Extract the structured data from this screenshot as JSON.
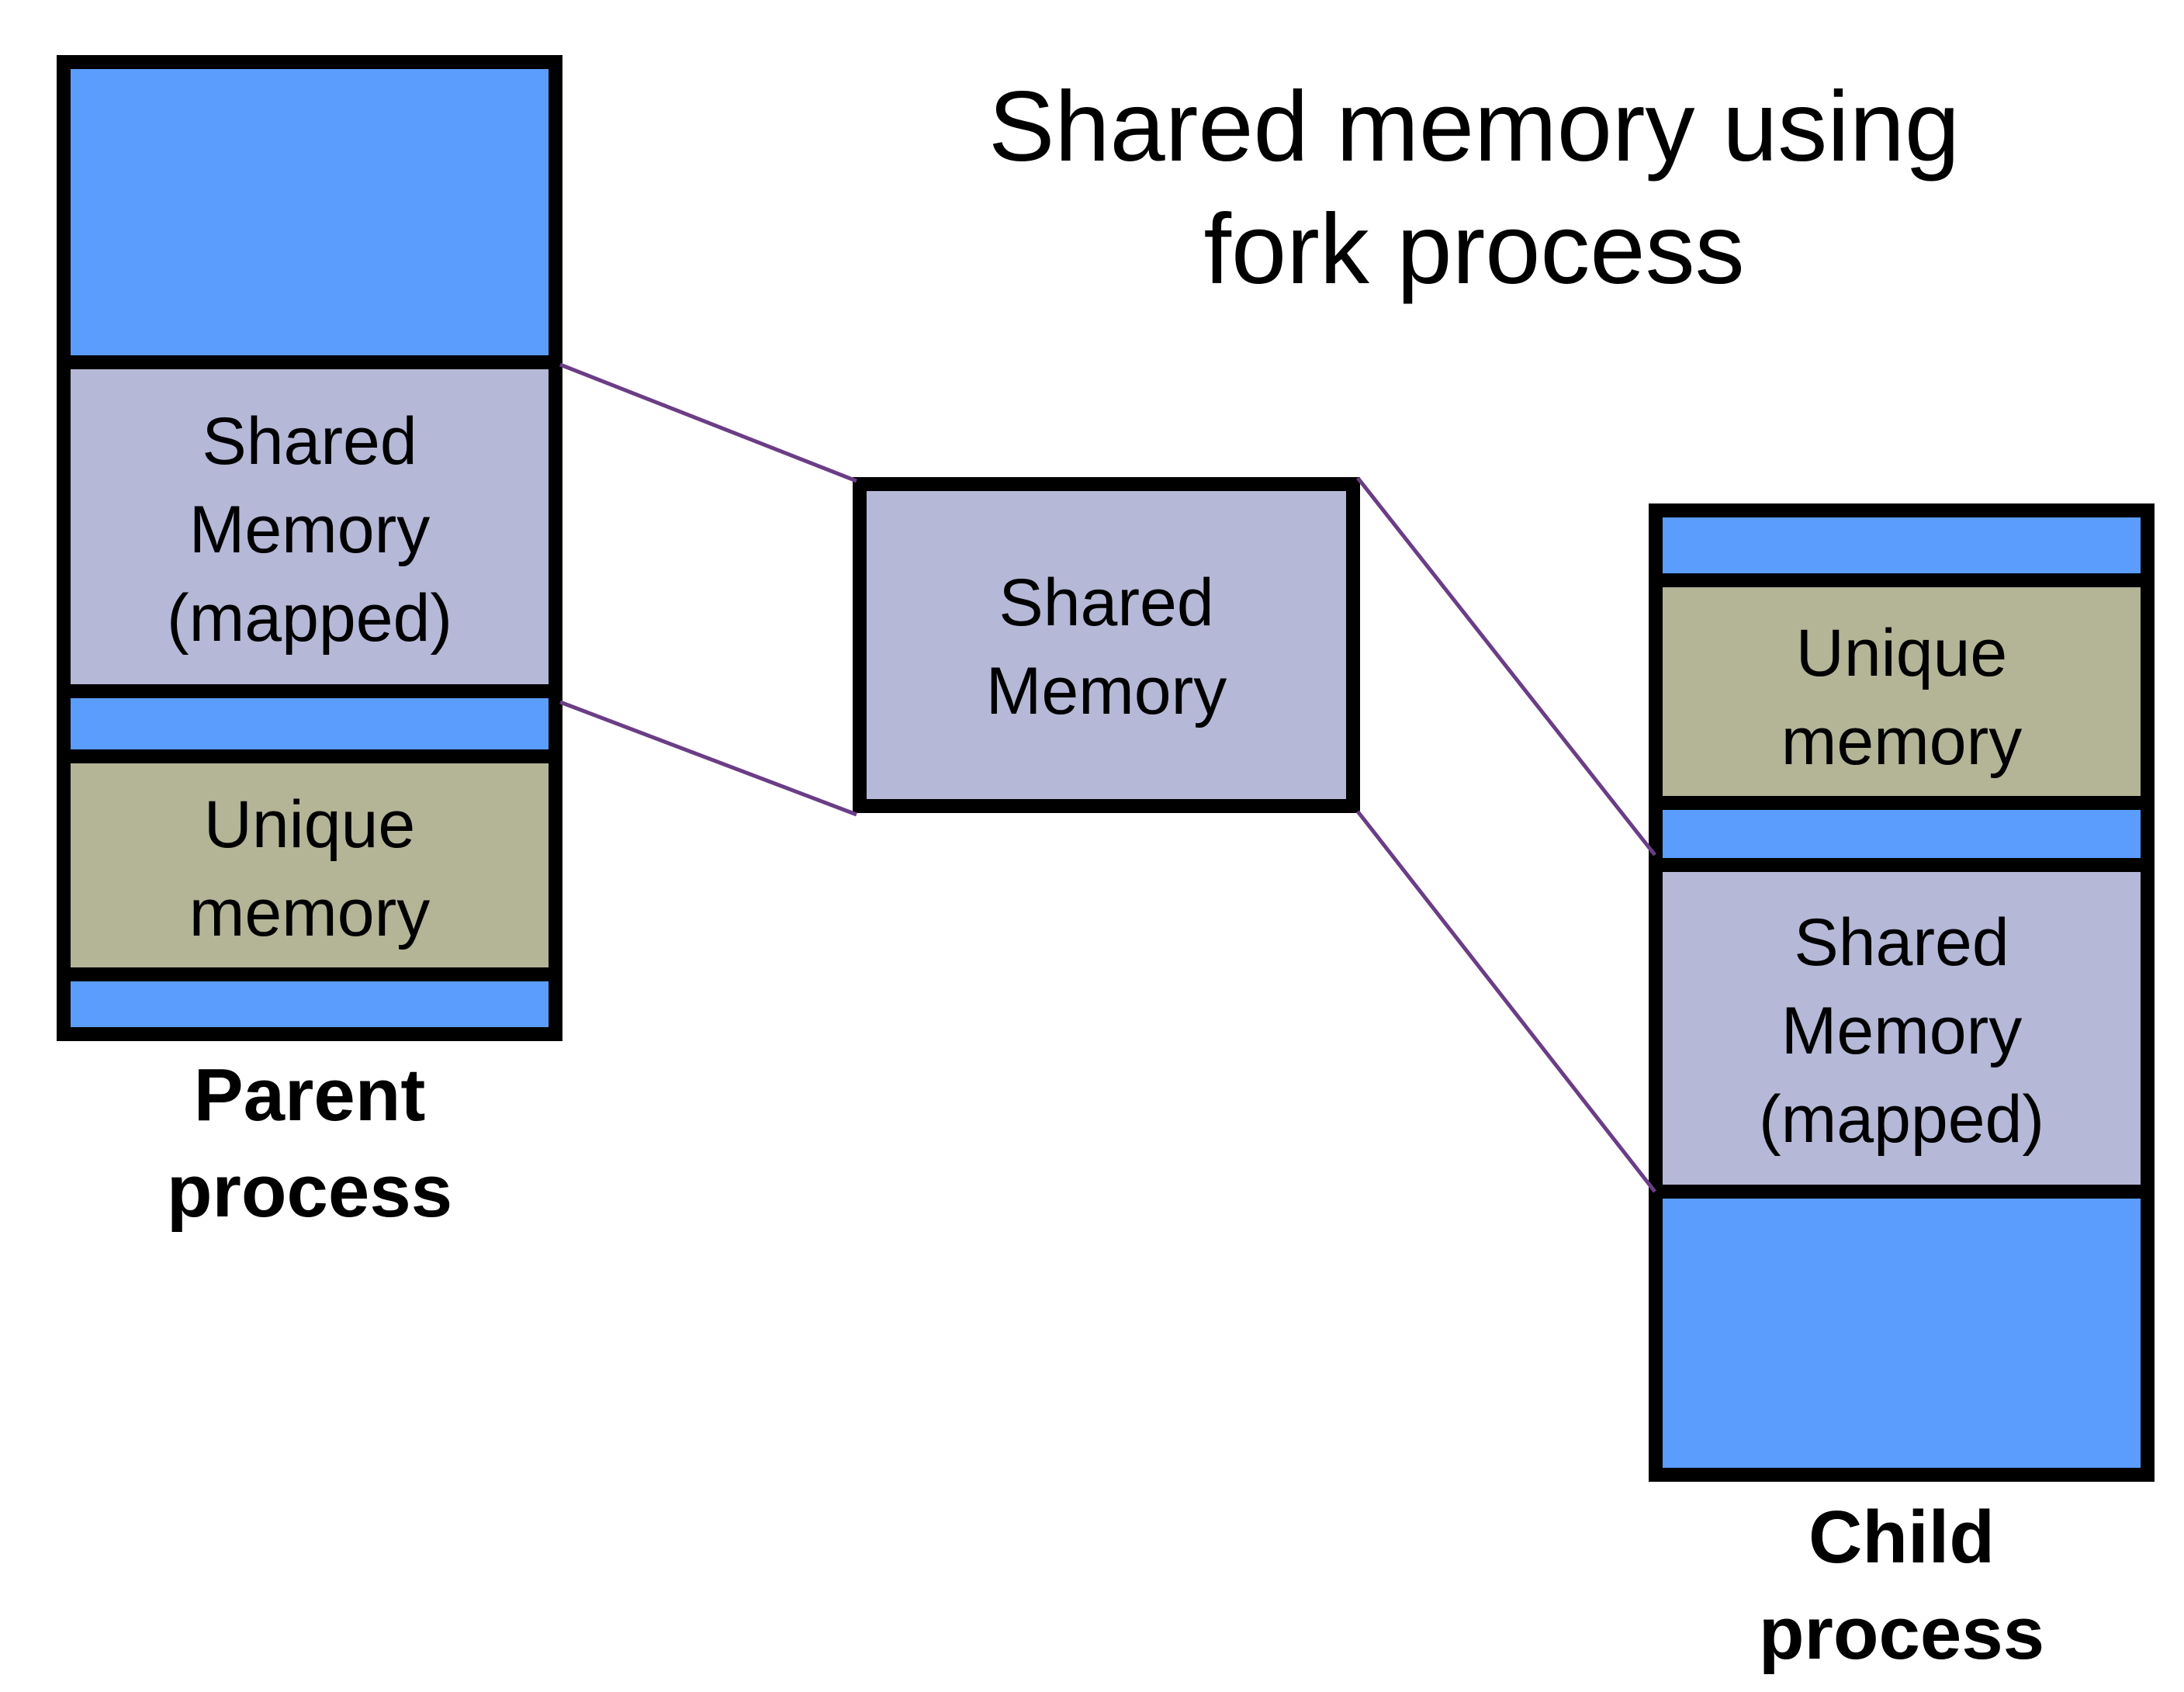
{
  "title": {
    "line1": "Shared memory using",
    "line2": "fork process"
  },
  "parent": {
    "shared_block": [
      "Shared",
      "Memory",
      "(mapped)"
    ],
    "unique_block": [
      "Unique",
      "memory"
    ],
    "caption": [
      "Parent",
      "process"
    ]
  },
  "shared_memory": {
    "label": [
      "Shared",
      "Memory"
    ]
  },
  "child": {
    "unique_block": [
      "Unique",
      "memory"
    ],
    "shared_block": [
      "Shared",
      "Memory",
      "(mapped)"
    ],
    "caption": [
      "Child",
      "process"
    ]
  },
  "colors": {
    "process_memory": "#5b9dfd",
    "shared_memory": "#b5b8d6",
    "unique_memory": "#b4b497",
    "outline": "#000000",
    "connector": "#6b3d86"
  }
}
